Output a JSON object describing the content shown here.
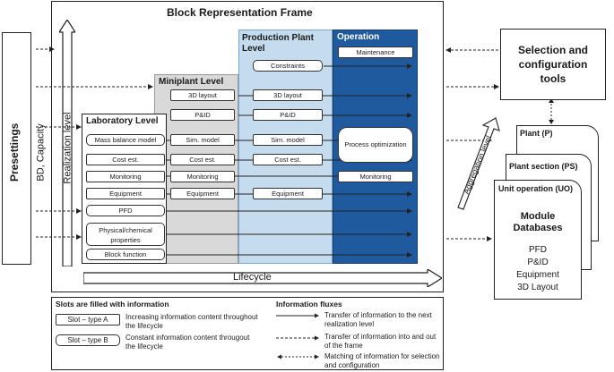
{
  "frame": {
    "title": "Block Representation Frame"
  },
  "presettings": {
    "title": "Presettings",
    "subtitle": "BD, Capacity"
  },
  "realization": {
    "label": "Realization level"
  },
  "lifecycle": {
    "label": "Lifecycle"
  },
  "lab": {
    "title": "Laboratory Level",
    "slots": [
      "Mass balance model",
      "Cost est.",
      "Monitoring",
      "Equipment",
      "PFD",
      "Physical/chemical properties",
      "Block function"
    ]
  },
  "mini": {
    "title": "Miniplant Level",
    "slots": [
      "3D layout",
      "P&ID",
      "Sim. model",
      "Cost est.",
      "Monitoring",
      "Equipment"
    ]
  },
  "prod": {
    "title": "Production Plant Level",
    "slots": [
      "Constraints",
      "3D layout",
      "P&ID",
      "Sim. model",
      "Cost est.",
      "Equipment"
    ]
  },
  "op": {
    "title": "Operation",
    "slots": [
      "Maintenance",
      "Process optimization",
      "Monitoring"
    ]
  },
  "tools": {
    "title": "Selection and configuration tools"
  },
  "aggregation": {
    "label": "Aggregation level"
  },
  "databases": {
    "cards": [
      "Plant (P)",
      "Plant section (PS)",
      "Unit operation (UO)"
    ],
    "title": "Module Databases",
    "items": [
      "PFD",
      "P&ID",
      "Equipment",
      "3D Layout"
    ]
  },
  "legend": {
    "slots_title": "Slots are filled with information",
    "slot_a": "Slot – type A",
    "slot_a_desc": "Increasing information content throughout the lifecycle",
    "slot_b": "Slot – type B",
    "slot_b_desc": "Constant information content througout the lifecycle",
    "flux_title": "Information fluxes",
    "flux1": "Transfer of information to the next realization level",
    "flux2": "Transfer of information into and out of the frame",
    "flux3": "Matching of information for selection and configuration"
  },
  "colors": {
    "mini": "#d9d9d9",
    "prod": "#c5dcee",
    "op": "#1f5a9e",
    "frame": "#222"
  }
}
